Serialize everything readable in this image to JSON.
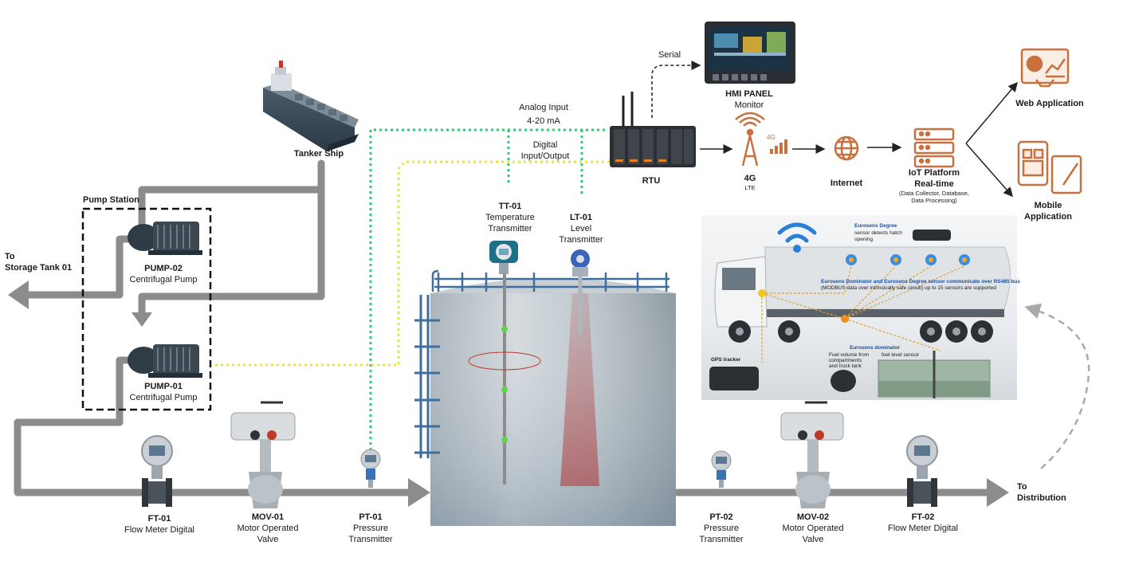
{
  "ship": {
    "label": "Tanker Ship"
  },
  "pump_station": {
    "label": "Pump Station"
  },
  "to_storage": {
    "line1": "To",
    "line2": "Storage Tank 01"
  },
  "pump02": {
    "tag": "PUMP-02",
    "desc": "Centrifugal Pump"
  },
  "pump01": {
    "tag": "PUMP-01",
    "desc": "Centrifugal Pump"
  },
  "ft01": {
    "tag": "FT-01",
    "desc": "Flow Meter Digital"
  },
  "mov01": {
    "tag": "MOV-01",
    "desc1": "Motor Operated",
    "desc2": "Valve"
  },
  "pt01": {
    "tag": "PT-01",
    "desc1": "Pressure",
    "desc2": "Transmitter"
  },
  "tt01": {
    "tag": "TT-01",
    "desc1": "Temperature",
    "desc2": "Transmitter"
  },
  "lt01": {
    "tag": "LT-01",
    "desc1": "Level",
    "desc2": "Transmitter"
  },
  "signals": {
    "analog1": "Analog Input",
    "analog2": "4-20 mA",
    "digital1": "Digital",
    "digital2": "Input/Output",
    "serial": "Serial"
  },
  "rtu": {
    "label": "RTU"
  },
  "hmi": {
    "title": "HMI PANEL",
    "desc": "Monitor"
  },
  "net4g": {
    "title": "4G",
    "desc": "LTE",
    "badge": "4G"
  },
  "internet": {
    "label": "Internet"
  },
  "iot": {
    "title1": "IoT Platform",
    "title2": "Real-time",
    "desc1": "(Data Collector, Database,",
    "desc2": "Data Processing)"
  },
  "web": {
    "label": "Web Application"
  },
  "mobile": {
    "line1": "Mobile",
    "line2": "Application"
  },
  "pt02": {
    "tag": "PT-02",
    "desc1": "Pressure",
    "desc2": "Transmitter"
  },
  "mov02": {
    "tag": "MOV-02",
    "desc1": "Motor Operated",
    "desc2": "Valve"
  },
  "ft02": {
    "tag": "FT-02",
    "desc": "Flow Meter Digital"
  },
  "to_distribution": {
    "line1": "To",
    "line2": "Distribution"
  },
  "truck": {
    "degree_title": "Eurosens Degree",
    "degree_desc1": "sensor detects hatch",
    "degree_desc2": "opening",
    "bus_text1": "Eurosens Dominator and Eurosens Degree sensor communicate over RS485 bus",
    "bus_text2": "(MODBUS data over intrinsically safe circuit) up to 15 sensors are supported",
    "dominator": "Eurosens dominator",
    "gps": "GPS tracker",
    "fuel_volume1": "Fuel volume from",
    "fuel_volume2": "compartments",
    "fuel_volume3": "and truck tank",
    "fuel_level": "fuel level sensor"
  },
  "colors": {
    "pipe": "#8c8c8c",
    "analog_line": "#2ecc71",
    "digital_line": "#e8e24a",
    "icon_orange": "#c8703e",
    "tank_blue": "#3f6f9e",
    "radar_red": "#b03030"
  }
}
